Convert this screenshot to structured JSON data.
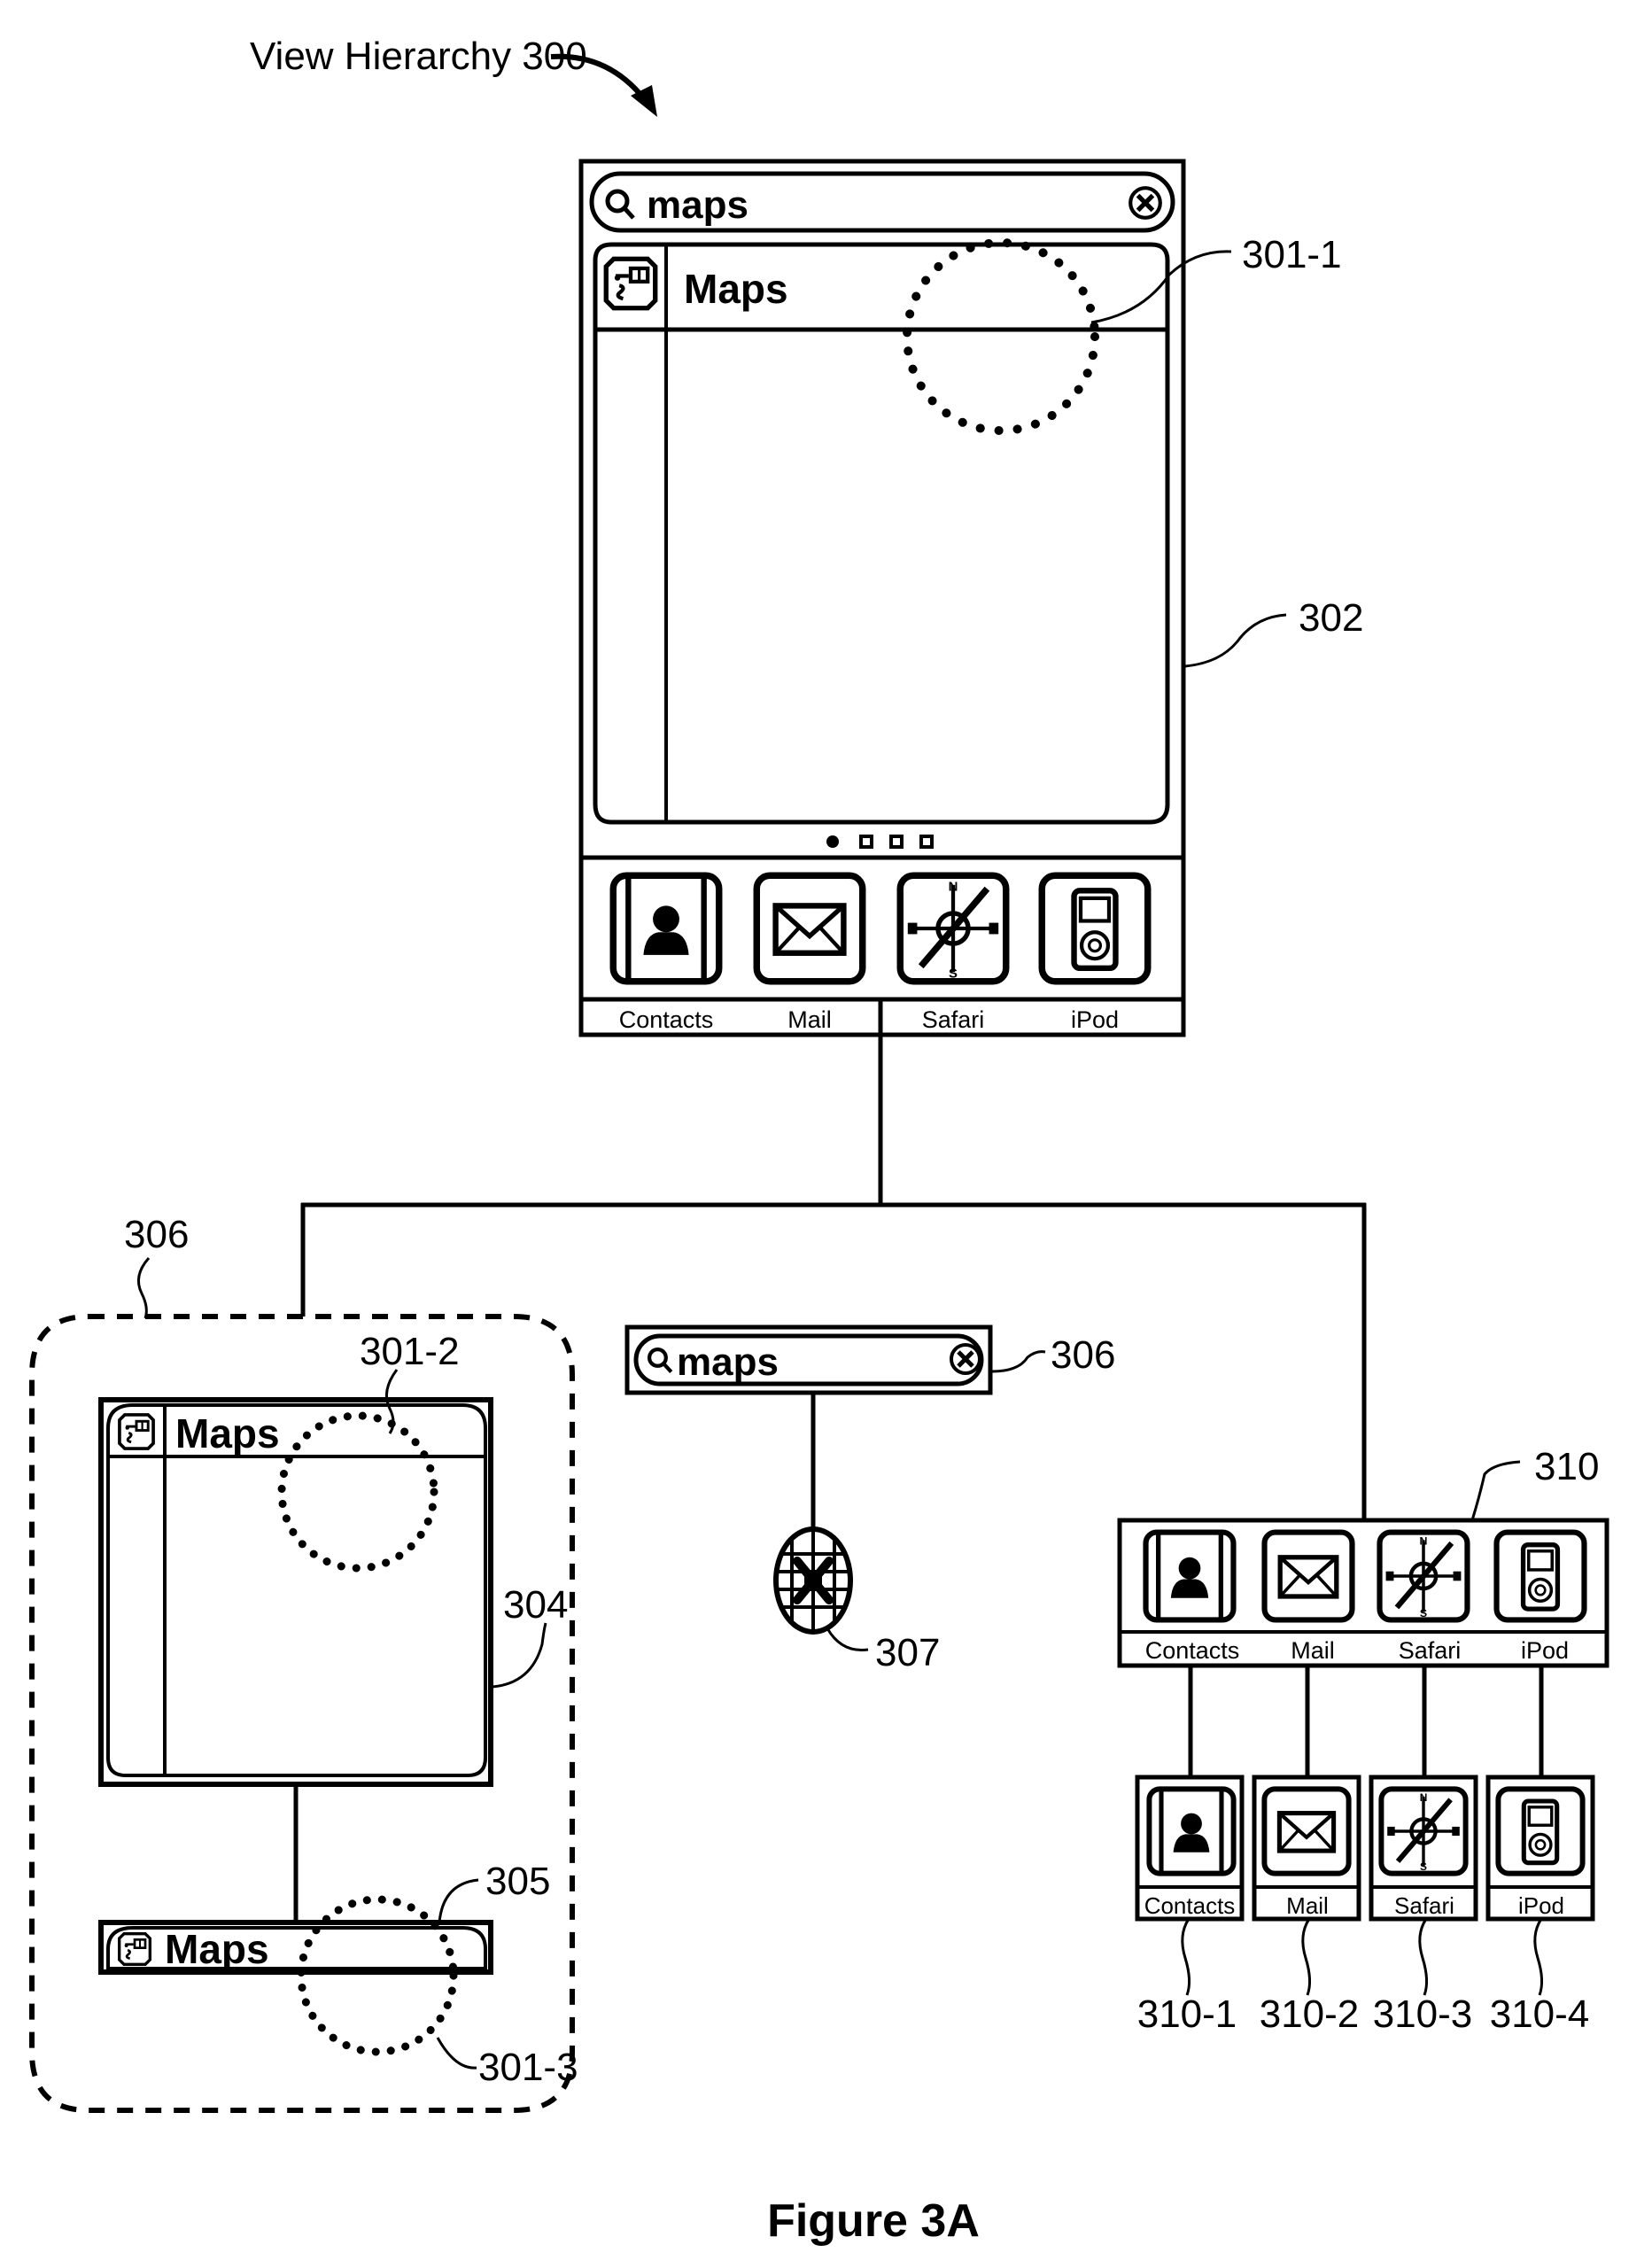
{
  "title": "View Hierarchy 300",
  "figure_caption": "Figure 3A",
  "root_view": {
    "ref": "302",
    "search": {
      "value": "maps",
      "icons": [
        "search-icon",
        "clear-icon"
      ]
    },
    "result_row": {
      "label": "Maps",
      "icon": "maps-icon"
    },
    "touch_ref": "301-1",
    "page_indicator": {
      "pages": 4,
      "current": 1,
      "first_icon": "search-page-icon"
    },
    "dock": [
      {
        "label": "Contacts",
        "icon": "contacts-icon"
      },
      {
        "label": "Mail",
        "icon": "mail-icon"
      },
      {
        "label": "Safari",
        "icon": "safari-icon"
      },
      {
        "label": "iPod",
        "icon": "ipod-icon"
      }
    ]
  },
  "left_branch": {
    "group_ref": "306",
    "results_view": {
      "ref": "304",
      "label": "Maps",
      "touch_ref": "301-2"
    },
    "row_view": {
      "ref": "305",
      "label": "Maps",
      "touch_ref": "301-3"
    }
  },
  "middle_branch": {
    "search_ref": "306",
    "search_value": "maps",
    "keyboard_ref": "307"
  },
  "right_branch": {
    "dock_ref": "310",
    "dock": [
      {
        "label": "Contacts",
        "icon": "contacts-icon"
      },
      {
        "label": "Mail",
        "icon": "mail-icon"
      },
      {
        "label": "Safari",
        "icon": "safari-icon"
      },
      {
        "label": "iPod",
        "icon": "ipod-icon"
      }
    ],
    "children": [
      {
        "label": "Contacts",
        "ref": "310-1",
        "icon": "contacts-icon"
      },
      {
        "label": "Mail",
        "ref": "310-2",
        "icon": "mail-icon"
      },
      {
        "label": "Safari",
        "ref": "310-3",
        "icon": "safari-icon"
      },
      {
        "label": "iPod",
        "ref": "310-4",
        "icon": "ipod-icon"
      }
    ]
  }
}
